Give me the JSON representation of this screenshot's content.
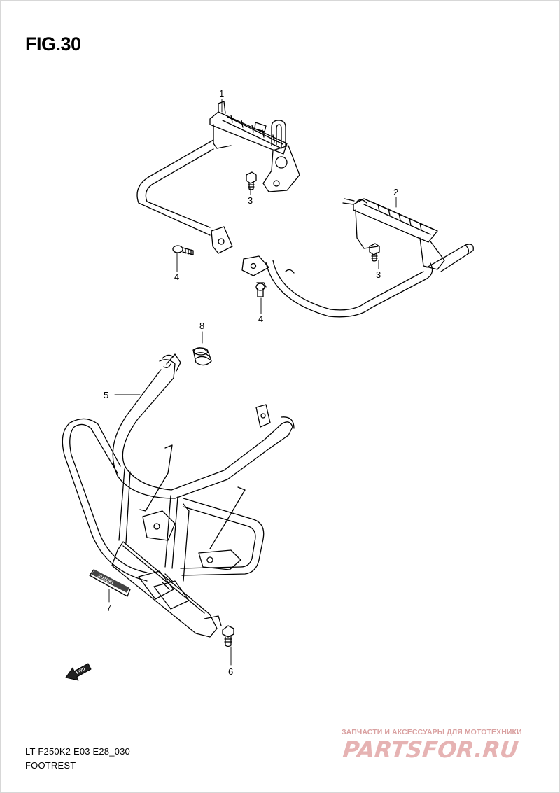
{
  "figure": {
    "title": "FIG.30",
    "model_code": "LT-F250K2 E03 E28_030",
    "section_name": "FOOTREST"
  },
  "callouts": [
    {
      "id": "1",
      "label": "1"
    },
    {
      "id": "2",
      "label": "2"
    },
    {
      "id": "3a",
      "label": "3"
    },
    {
      "id": "3b",
      "label": "3"
    },
    {
      "id": "4a",
      "label": "4"
    },
    {
      "id": "4b",
      "label": "4"
    },
    {
      "id": "5",
      "label": "5"
    },
    {
      "id": "6",
      "label": "6"
    },
    {
      "id": "7",
      "label": "7"
    },
    {
      "id": "8",
      "label": "8"
    }
  ],
  "direction_indicator": {
    "label": "FWD",
    "icon": "forward-arrow-icon"
  },
  "emblem": {
    "text": "SUZUKI"
  },
  "watermark": {
    "tagline": "ЗАПЧАСТИ И АКСЕССУАРЫ ДЛЯ МОТОТЕХНИКИ",
    "logo": "PARTSFOR.RU",
    "color": "#e6b3b3"
  }
}
